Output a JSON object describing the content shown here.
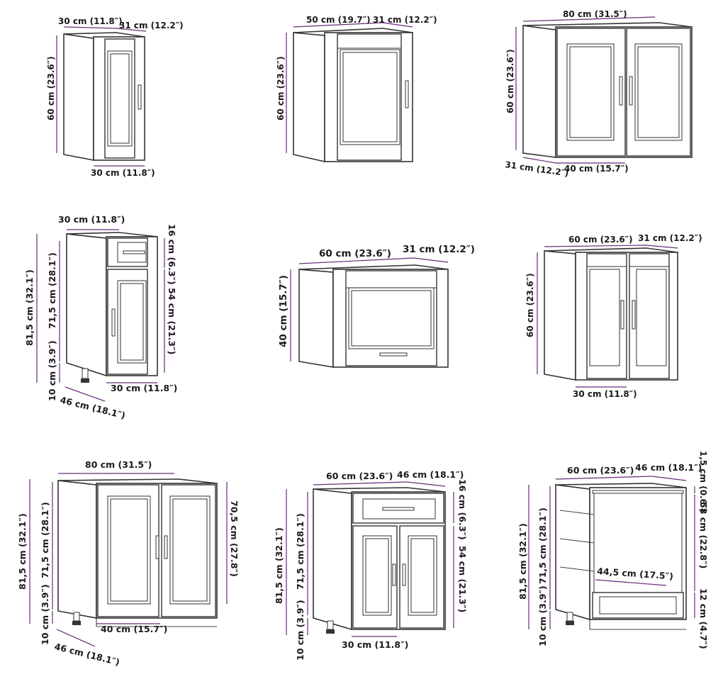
{
  "dimension_color": "#6a2a78",
  "cabinets": [
    {
      "id": "wall-30",
      "labels": {
        "width_top": "30 cm (11.8″)",
        "depth_top": "31 cm (12.2″)",
        "height": "60 cm (23.6″)",
        "door_width": "30 cm (11.8″)"
      }
    },
    {
      "id": "wall-50",
      "labels": {
        "width_top": "50 cm (19.7″)",
        "depth_top": "31 cm (12.2″)",
        "height": "60 cm (23.6″)"
      }
    },
    {
      "id": "wall-80",
      "labels": {
        "width_top": "80 cm (31.5″)",
        "height": "60 cm (23.6″)",
        "depth_bottom": "31 cm (12.2″)",
        "door_width": "40 cm (15.7″)"
      }
    },
    {
      "id": "base-drawer-30",
      "labels": {
        "width_top": "30 cm (11.8″)",
        "total_height": "81,5 cm (32.1″)",
        "body_height": "71,5 cm (28.1″)",
        "drawer_height": "16 cm (6.3″)",
        "door_height": "54 cm (21.3″)",
        "leg_height": "10 cm (3.9″)",
        "depth": "46 cm (18.1″)",
        "width_bottom": "30 cm (11.8″)"
      }
    },
    {
      "id": "wall-flap-60",
      "labels": {
        "width_top": "60 cm (23.6″)",
        "depth_top": "31 cm (12.2″)",
        "height": "40 cm (15.7″)"
      }
    },
    {
      "id": "wall-60",
      "labels": {
        "width_top": "60 cm (23.6″)",
        "depth_top": "31 cm (12.2″)",
        "height": "60 cm (23.6″)",
        "door_width": "30 cm (11.8″)"
      }
    },
    {
      "id": "sink-base-80",
      "labels": {
        "width_top": "80 cm (31.5″)",
        "total_height": "81,5 cm (32.1″)",
        "body_height": "71,5 cm (28.1″)",
        "leg_height": "10 cm (3.9″)",
        "depth": "46 cm (18.1″)",
        "door_width": "40 cm (15.7″)",
        "door_height": "70,5 cm (27.8″)"
      }
    },
    {
      "id": "base-drawer-60",
      "labels": {
        "width_top": "60 cm (23.6″)",
        "depth_top": "46 cm (18.1″)",
        "total_height": "81,5 cm (32.1″)",
        "body_height": "71,5 cm (28.1″)",
        "leg_height": "10 cm (3.9″)",
        "drawer_height": "16 cm (6.3″)",
        "door_height": "54 cm (21.3″)",
        "door_width": "30 cm (11.8″)"
      }
    },
    {
      "id": "oven-housing-60",
      "labels": {
        "width_top": "60 cm (23.6″)",
        "depth_top": "46 cm (18.1″)",
        "total_height": "81,5 cm (32.1″)",
        "body_height": "71,5 cm (28.1″)",
        "leg_height": "10 cm (3.9″)",
        "top_rail": "1,5 cm (0.6″)",
        "opening_height": "58 cm (22.8″)",
        "inner_depth": "44,5 cm (17.5″)",
        "drawer_height": "12 cm (4.7″)"
      }
    }
  ]
}
